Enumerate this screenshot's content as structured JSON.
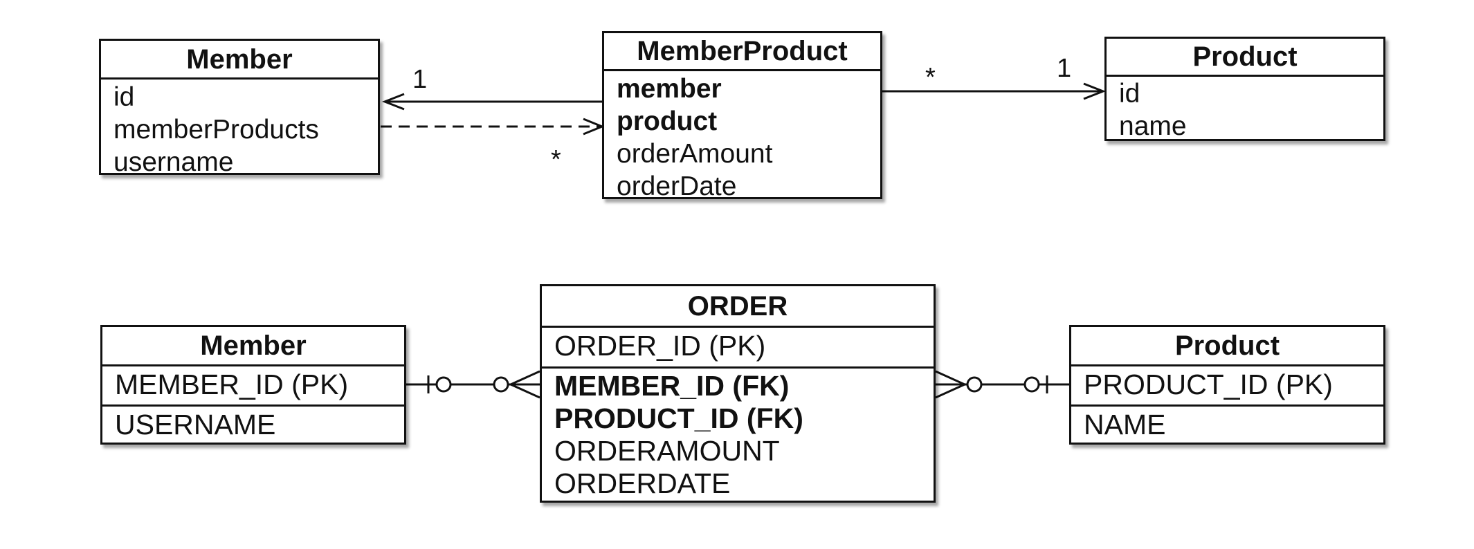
{
  "uml": {
    "member": {
      "title": "Member",
      "fields": [
        "id",
        "memberProducts",
        "username"
      ]
    },
    "member_product": {
      "title": "MemberProduct",
      "fields": [
        {
          "name": "member",
          "bold": true
        },
        {
          "name": "product",
          "bold": true
        },
        {
          "name": "orderAmount",
          "bold": false
        },
        {
          "name": "orderDate",
          "bold": false
        }
      ]
    },
    "product": {
      "title": "Product",
      "fields": [
        "id",
        "name"
      ]
    },
    "multiplicity": {
      "mp_to_member_one": "1",
      "member_to_mp_many": "*",
      "mp_to_product_many": "*",
      "mp_to_product_one": "1"
    }
  },
  "erd": {
    "member": {
      "title": "Member",
      "pk": "MEMBER_ID (PK)",
      "columns": [
        "USERNAME"
      ]
    },
    "order": {
      "title": "ORDER",
      "pk": "ORDER_ID (PK)",
      "columns": [
        {
          "name": "MEMBER_ID (FK)",
          "bold": true
        },
        {
          "name": "PRODUCT_ID (FK)",
          "bold": true
        },
        {
          "name": "ORDERAMOUNT",
          "bold": false
        },
        {
          "name": "ORDERDATE",
          "bold": false
        }
      ]
    },
    "product": {
      "title": "Product",
      "pk": "PRODUCT_ID (PK)",
      "columns": [
        "NAME"
      ]
    }
  }
}
